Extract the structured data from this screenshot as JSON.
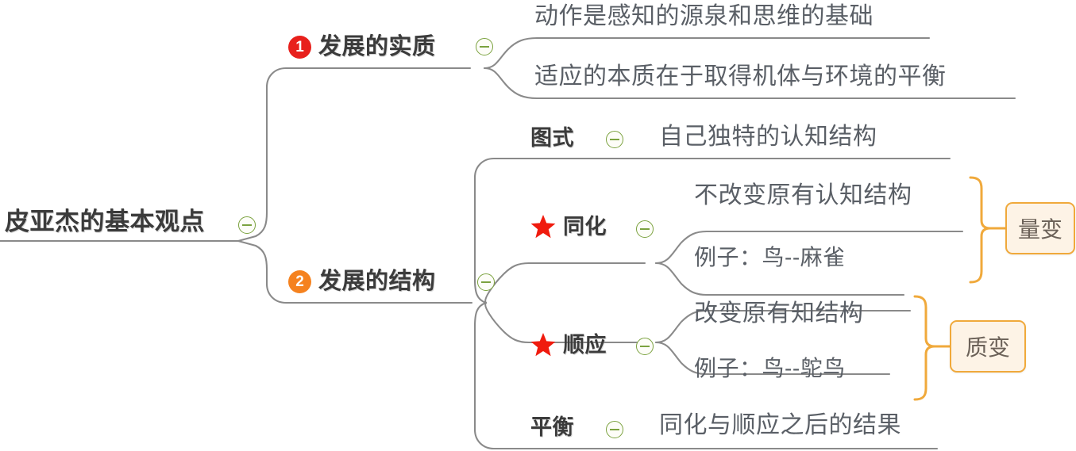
{
  "diagram": {
    "type": "mindmap",
    "title": "皮亚杰的基本观点",
    "colors": {
      "accent_red": "#fa4515",
      "accent_blue": "#2b6fe0",
      "text_gray": "#5a5f66",
      "heading_dark": "#3b3b3b",
      "badge_red": "#e8201c",
      "badge_orange": "#f5821f",
      "toggle_green": "#7ba23f",
      "brace_orange": "#f0a93b",
      "box_fill": "#fdf3e6",
      "wire_gray": "#8a8a8a"
    }
  },
  "root": {
    "label": "皮亚杰的基本观点",
    "toggle": "collapse-toggle"
  },
  "branches": [
    {
      "number": "1",
      "badge_color": "red",
      "label": "发展的实质",
      "toggle": "collapse-toggle",
      "leaves": [
        {
          "parts": [
            {
              "text": "动作",
              "style": "red"
            },
            {
              "text": "是感知的源泉和思维的基础",
              "style": "gray"
            }
          ]
        },
        {
          "parts": [
            {
              "text": "适应",
              "style": "red"
            },
            {
              "text": "的本质在于取得机体与环境的",
              "style": "gray"
            },
            {
              "text": "平衡",
              "style": "blue"
            }
          ]
        }
      ]
    },
    {
      "number": "2",
      "badge_color": "orange",
      "label": "发展的结构",
      "toggle": "collapse-toggle",
      "children": [
        {
          "icon": "none",
          "label": "图式",
          "toggle": "collapse-toggle",
          "leaves": [
            {
              "parts": [
                {
                  "text": "自己",
                  "style": "red"
                },
                {
                  "text": "独特的认知结构",
                  "style": "gray"
                }
              ]
            }
          ]
        },
        {
          "icon": "star",
          "label": "同化",
          "toggle": "collapse-toggle",
          "leaves": [
            {
              "parts": [
                {
                  "text": "不改变",
                  "style": "red"
                },
                {
                  "text": "原有认知结构",
                  "style": "gray"
                }
              ]
            },
            {
              "parts": [
                {
                  "text": "例子：鸟--麻雀",
                  "style": "gray"
                }
              ]
            }
          ],
          "result": "量变"
        },
        {
          "icon": "star",
          "label": "顺应",
          "toggle": "collapse-toggle",
          "leaves": [
            {
              "parts": [
                {
                  "text": "改变",
                  "style": "red"
                },
                {
                  "text": "原有知结构",
                  "style": "gray"
                }
              ]
            },
            {
              "parts": [
                {
                  "text": "例子：鸟--鸵鸟",
                  "style": "gray"
                }
              ]
            }
          ],
          "result": "质变"
        },
        {
          "icon": "none",
          "label": "平衡",
          "toggle": "collapse-toggle",
          "leaves": [
            {
              "parts": [
                {
                  "text": "同化与顺应之后的结果",
                  "style": "gray"
                }
              ]
            }
          ]
        }
      ]
    }
  ],
  "labels": {
    "root_label": "皮亚杰的基本观点",
    "b1_label": "发展的实质",
    "b1_num": "1",
    "b1_leaf1_p1": "动作",
    "b1_leaf1_p2": "是感知的源泉和思维的基础",
    "b1_leaf2_p1": "适应",
    "b1_leaf2_p2": "的本质在于取得机体与环境的",
    "b1_leaf2_p3": "平衡",
    "b2_label": "发展的结构",
    "b2_num": "2",
    "tushi_label": "图式",
    "tushi_leaf_p1": "自己",
    "tushi_leaf_p2": "独特的认知结构",
    "tonghua_label": "同化",
    "tonghua_leaf1_p1": "不改变",
    "tonghua_leaf1_p2": "原有认知结构",
    "tonghua_leaf2": "例子：鸟--麻雀",
    "tonghua_result": "量变",
    "shunying_label": "顺应",
    "shunying_leaf1_p1": "改变",
    "shunying_leaf1_p2": "原有知结构",
    "shunying_leaf2": "例子：鸟--鸵鸟",
    "shunying_result": "质变",
    "pingheng_label": "平衡",
    "pingheng_leaf": "同化与顺应之后的结果"
  }
}
